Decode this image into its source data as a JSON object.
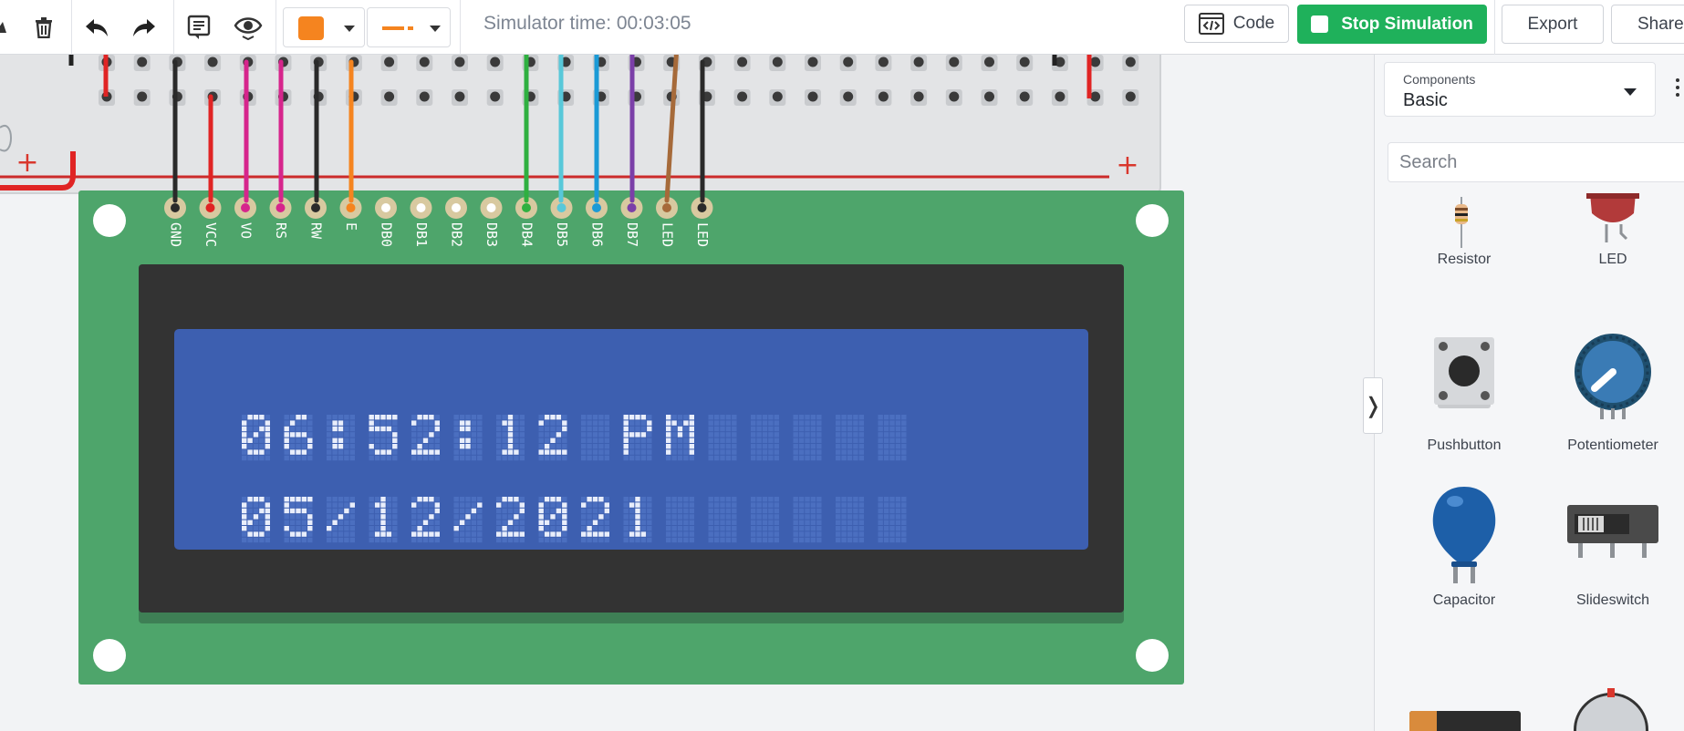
{
  "toolbar": {
    "icons": [
      "delete-icon",
      "undo-icon",
      "redo-icon",
      "notes-icon",
      "view-icon",
      "color-swatch",
      "line-style"
    ],
    "wire_color": "#f5841f",
    "simulator_time": "Simulator time: 00:03:05",
    "code_label": "Code",
    "stop_label": "Stop Simulation",
    "export_label": "Export",
    "share_label": "Share"
  },
  "lcd": {
    "pins": [
      "GND",
      "VCC",
      "VO",
      "RS",
      "RW",
      "E",
      "DB0",
      "DB1",
      "DB2",
      "DB3",
      "DB4",
      "DB5",
      "DB6",
      "DB7",
      "LED",
      "LED"
    ],
    "line1": "06:52:12 PM",
    "line2": "05/12/2021",
    "board_color": "#4ea56b",
    "screen_color": "#3d5fb0"
  },
  "breadboard": {
    "plus_label": "+"
  },
  "panel": {
    "components_label": "Components",
    "components_value": "Basic",
    "search_placeholder": "Search",
    "items": [
      {
        "name": "Resistor"
      },
      {
        "name": "LED"
      },
      {
        "name": "Pushbutton"
      },
      {
        "name": "Potentiometer"
      },
      {
        "name": "Capacitor"
      },
      {
        "name": "Slideswitch"
      }
    ]
  }
}
